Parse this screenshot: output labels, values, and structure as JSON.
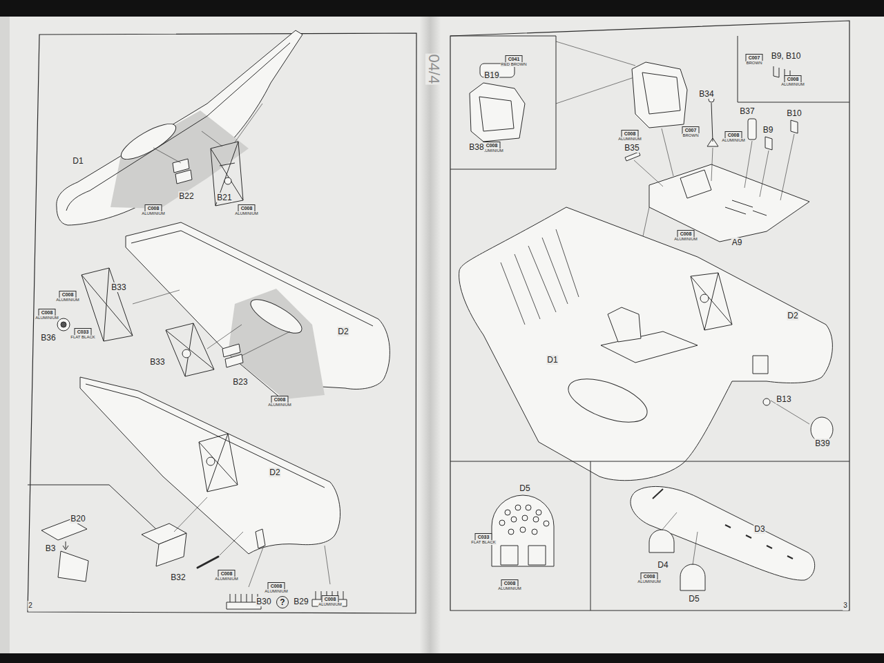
{
  "diagram": {
    "nodes": [
      {
        "text": [
          "C008",
          "ALUMINIUM"
        ]
      },
      {
        "text": [
          "C008",
          "ALUMINIUM"
        ]
      },
      {
        "text": [
          "C008",
          "ALUMINIUM"
        ]
      },
      {
        "text": [
          "C008",
          "ALUMINIUM"
        ]
      },
      {
        "text": [
          "C033",
          "FLAT BLACK"
        ]
      },
      {
        "text": [
          "C008",
          "ALUMINIUM"
        ]
      },
      {
        "text": [
          "C008",
          "ALUMINIUM"
        ]
      },
      {
        "text": [
          "C008",
          "ALUMINIUM"
        ]
      },
      {
        "text": [
          "?"
        ]
      },
      {
        "text": [
          "C008",
          "ALUMINIUM"
        ]
      },
      {
        "text": [
          "C041",
          "RED BROWN"
        ]
      },
      {
        "text": [
          "C008",
          "ALUMINIUM"
        ]
      },
      {
        "text": [
          "C007",
          "BROWN"
        ]
      },
      {
        "text": [
          "C008",
          "ALUMINIUM"
        ]
      },
      {
        "text": [
          "C008",
          "ALUMINIUM"
        ]
      },
      {
        "text": [
          "C007",
          "BROWN"
        ]
      },
      {
        "text": [
          "C008",
          "ALUMINIUM"
        ]
      },
      {
        "text": [
          "C008",
          "ALUMINIUM"
        ]
      },
      {
        "text": [
          "C033",
          "FLAT BLACK"
        ]
      },
      {
        "text": [
          "C008",
          "ALUMINIUM"
        ]
      },
      {
        "text": [
          "C008",
          "ALUMINIUM"
        ]
      }
    ],
    "labels": [
      "D1",
      "B22",
      "B21",
      "B33",
      "B36",
      "D2",
      "B33",
      "B23",
      "D2",
      "B20",
      "B3",
      "B32",
      "B30",
      "B29",
      "2",
      "04/4",
      "B19",
      "B38",
      "B9, B10",
      "B34",
      "B37",
      "B10",
      "B9",
      "B35",
      "A9",
      "D2",
      "D1",
      "B13",
      "B39",
      "D5",
      "D3",
      "D4",
      "D5",
      "3"
    ]
  }
}
